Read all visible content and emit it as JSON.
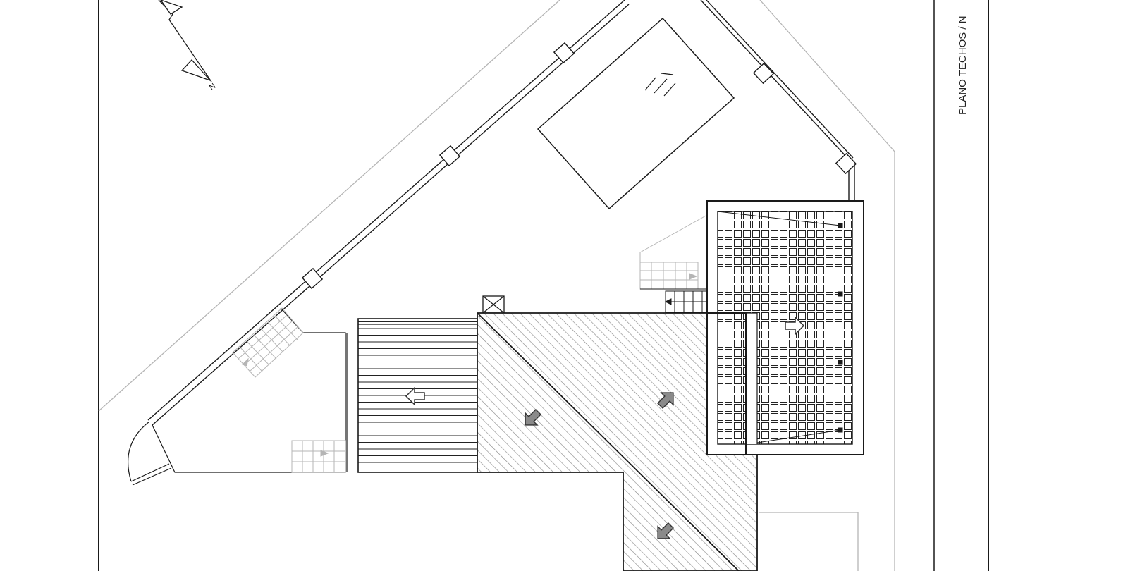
{
  "drawing": {
    "title_block_label": "PLANO TECHOS / N",
    "north_label": "N"
  },
  "colors": {
    "line": "#1a1a1a",
    "thin_line": "#333333",
    "light_line": "#b5b5b5",
    "hatch": "#8c8c8c",
    "arrow_fill": "#8a8a8a",
    "background": "#ffffff"
  },
  "roof_arrows": [
    {
      "name": "roof-slope-arrow-deck",
      "direction": "left"
    },
    {
      "name": "roof-slope-arrow-southwest",
      "direction": "down-left"
    },
    {
      "name": "roof-slope-arrow-northeast",
      "direction": "up-right"
    },
    {
      "name": "roof-slope-arrow-south",
      "direction": "down-left"
    },
    {
      "name": "roof-slope-arrow-grid",
      "direction": "right"
    }
  ]
}
